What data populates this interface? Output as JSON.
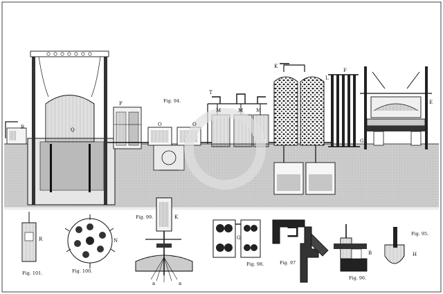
{
  "figures": {
    "fig94": "Fig. 94.",
    "fig95": "Fig. 95.",
    "fig96": "Fig. 96.",
    "fig97": "Fig. 97",
    "fig98": "Fig. 98.",
    "fig99": "Fig. 99.",
    "fig100": "Fig. 100.",
    "fig101": "Fig. 101."
  },
  "letters": {
    "Q": "Q",
    "R": "R",
    "P": "P",
    "O1": "O",
    "O2": "O",
    "T": "T",
    "M1": "M",
    "M2": "M",
    "M3": "M",
    "K": "K",
    "L": "L",
    "F": "F",
    "G": "G",
    "E": "E",
    "N": "N",
    "B": "B",
    "H": "H",
    "G98": "G",
    "a1": "a",
    "a2": "a",
    "R101": "R",
    "Kfig99": "K"
  },
  "colors": {
    "ink": "#111111",
    "earth": "#d6d6d6",
    "paper": "#ffffff",
    "watermark": "#e8e8e8"
  }
}
